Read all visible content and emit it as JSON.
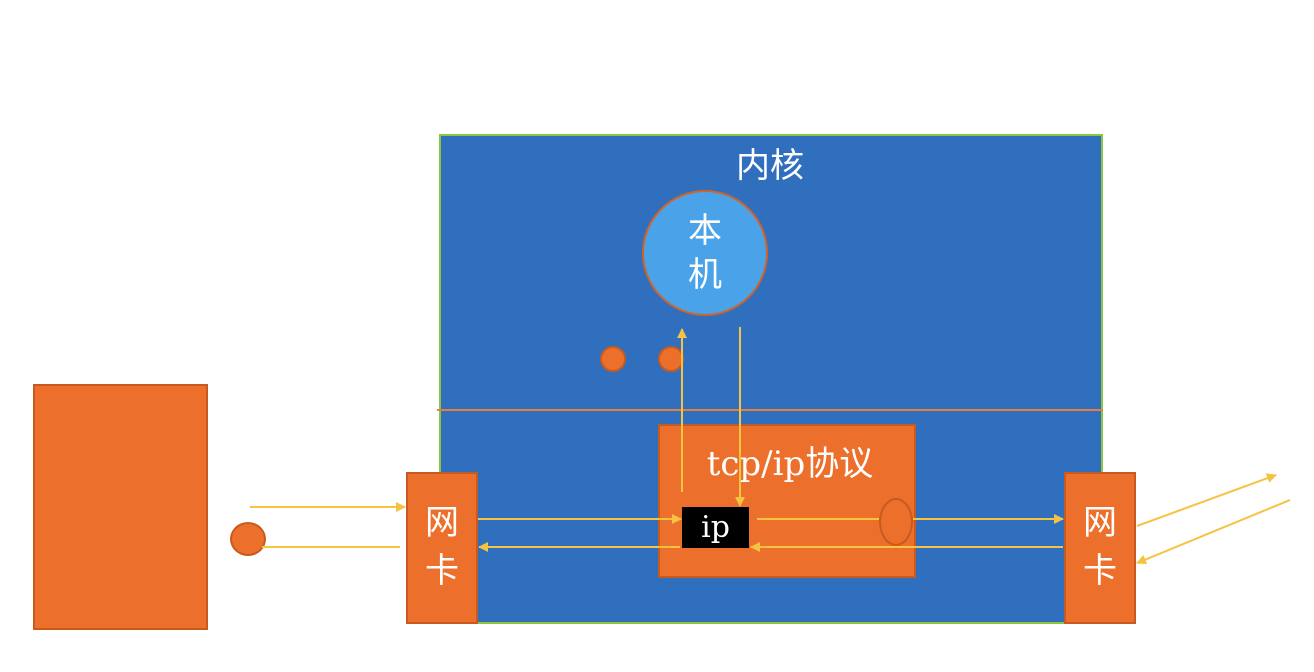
{
  "kernel": {
    "label": "内核"
  },
  "local_host": {
    "label": "本机"
  },
  "tcp_ip": {
    "label": "tcp/ip协议"
  },
  "ip": {
    "label": "ip"
  },
  "nic_left": {
    "label": "网卡"
  },
  "nic_right": {
    "label": "网卡"
  },
  "colors": {
    "kernel_fill": "#2f6fbd",
    "kernel_border": "#8cc63f",
    "orange": "#ed6f2c",
    "light_blue": "#4aa3e8",
    "arrow": "#f5c242",
    "ip_fill": "#000000"
  }
}
